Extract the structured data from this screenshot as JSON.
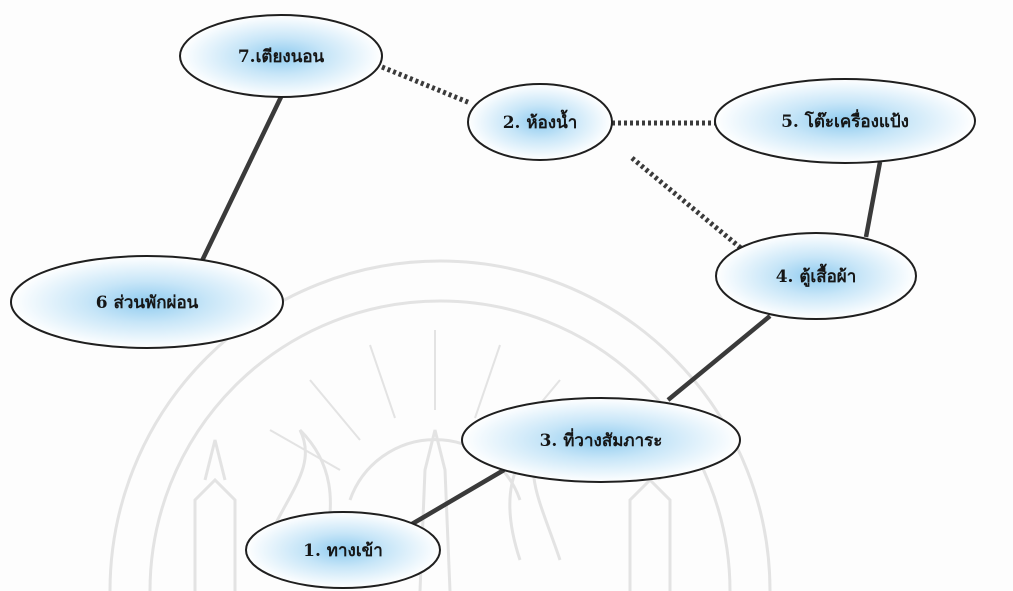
{
  "diagram": {
    "nodes": [
      {
        "id": "n1",
        "label": "1. ทางเข้า"
      },
      {
        "id": "n2",
        "label": "2. ห้องน้ำ"
      },
      {
        "id": "n3",
        "label": "3. ที่วางสัมภาระ"
      },
      {
        "id": "n4",
        "label": "4. ตู้เสื้อผ้า"
      },
      {
        "id": "n5",
        "label": "5. โต๊ะเครื่องแป้ง"
      },
      {
        "id": "n6",
        "label": "6 ส่วนพักผ่อน"
      },
      {
        "id": "n7",
        "label": "7.เตียงนอน"
      }
    ],
    "links": [
      {
        "from": "n7",
        "to": "n6",
        "style": "solid"
      },
      {
        "from": "n7",
        "to": "n2",
        "style": "dashed"
      },
      {
        "from": "n2",
        "to": "n5",
        "style": "dashed"
      },
      {
        "from": "n2",
        "to": "n4",
        "style": "dashed"
      },
      {
        "from": "n5",
        "to": "n4",
        "style": "solid"
      },
      {
        "from": "n4",
        "to": "n3",
        "style": "solid"
      },
      {
        "from": "n3",
        "to": "n1",
        "style": "solid"
      }
    ]
  }
}
